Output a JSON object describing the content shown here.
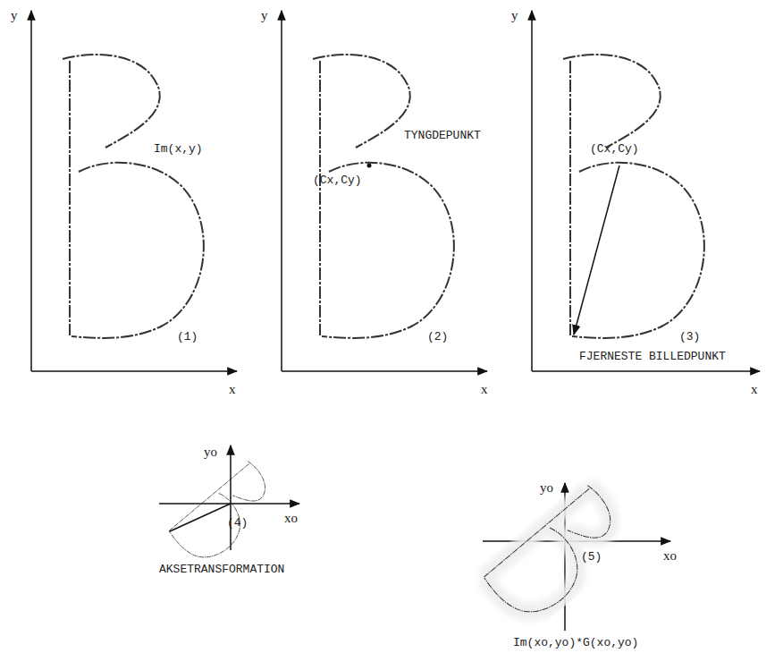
{
  "diagram": {
    "labels": [
      "y",
      "x",
      "Im(x,y)",
      "(1)",
      "y",
      "x",
      "TYNGDEPUNKT",
      "(Cx,Cy)",
      "(2)",
      "y",
      "x",
      "(Cx,Cy)",
      "(3)",
      "FJERNESTE BILLEDPUNKT",
      "yo",
      "xo",
      "(4)",
      "AKSETRANSFORMATION",
      "yo",
      "xo",
      "(5)",
      "Im(xo,yo)*G(xo,yo)"
    ]
  }
}
